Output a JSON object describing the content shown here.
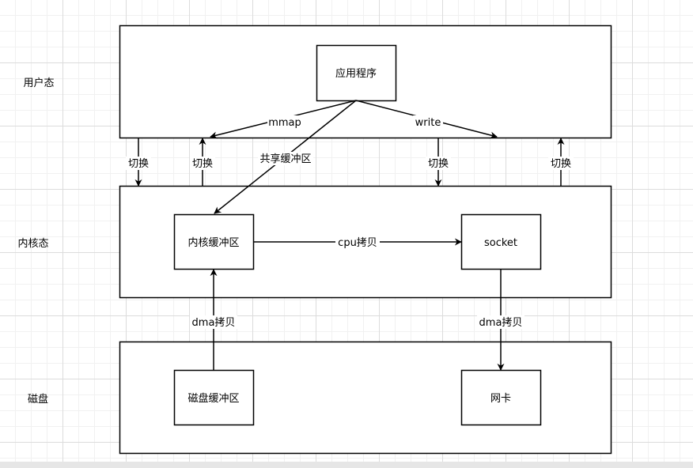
{
  "layers": {
    "user": "用户态",
    "kernel": "内核态",
    "disk": "磁盘"
  },
  "boxes": {
    "app": "应用程序",
    "kernel_buffer": "内核缓冲区",
    "socket": "socket",
    "disk_buffer": "磁盘缓冲区",
    "nic": "网卡"
  },
  "edges": {
    "mmap": "mmap",
    "write": "write",
    "shared_buffer": "共享缓冲区",
    "switch_1": "切换",
    "switch_2": "切换",
    "switch_3": "切换",
    "switch_4": "切换",
    "cpu_copy": "cpu拷贝",
    "dma_copy_in": "dma拷贝",
    "dma_copy_out": "dma拷贝"
  }
}
